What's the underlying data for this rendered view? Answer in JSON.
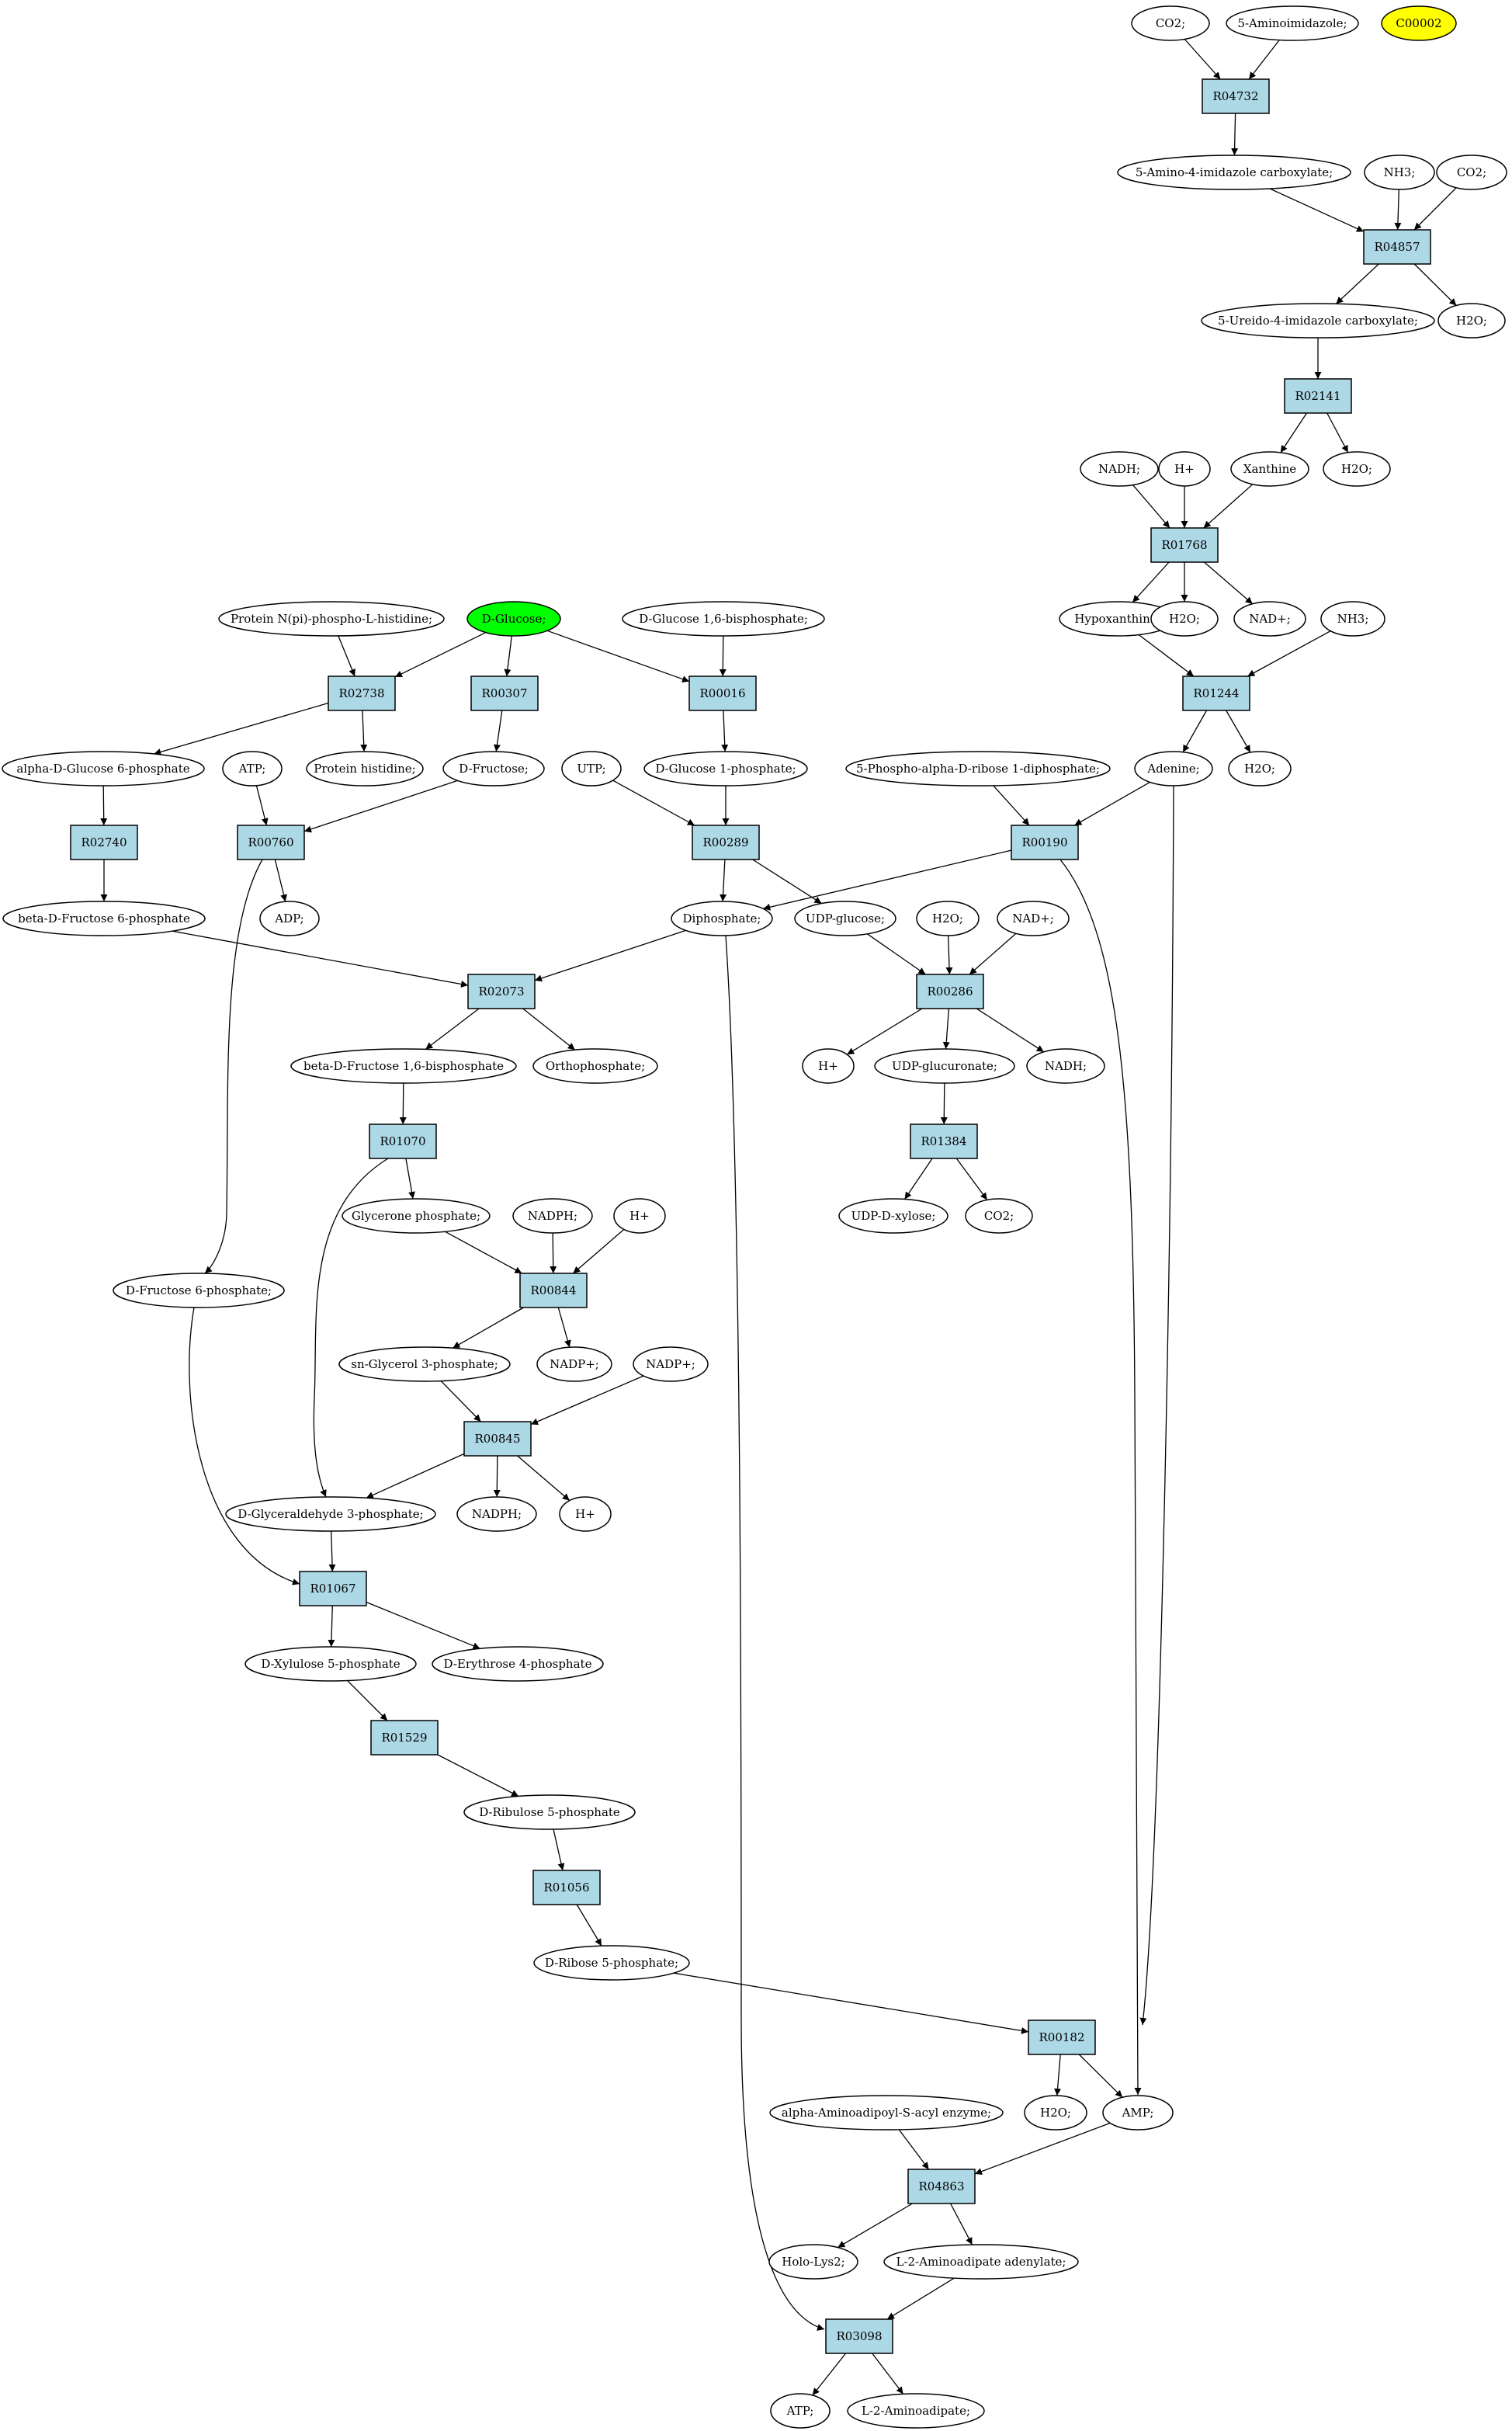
{
  "colors": {
    "reaction_fill": "#add8e6",
    "compound_fill": "#ffffff",
    "start_fill": "#00ff00",
    "highlight_fill": "#ffff00",
    "stroke": "#000000",
    "background": "#ffffff"
  },
  "nodes": [
    {
      "id": "c_co2_top",
      "kind": "compound",
      "label": "CO2;"
    },
    {
      "id": "c_5aminoimid",
      "kind": "compound",
      "label": "5-Aminoimidazole;"
    },
    {
      "id": "c_c00002",
      "kind": "highlight",
      "label": "C00002"
    },
    {
      "id": "r_R04732",
      "kind": "reaction",
      "label": "R04732"
    },
    {
      "id": "c_5a4icarb",
      "kind": "compound",
      "label": "5-Amino-4-imidazole carboxylate;"
    },
    {
      "id": "c_nh3_a",
      "kind": "compound",
      "label": "NH3;"
    },
    {
      "id": "c_co2_b",
      "kind": "compound",
      "label": "CO2;"
    },
    {
      "id": "r_R04857",
      "kind": "reaction",
      "label": "R04857"
    },
    {
      "id": "c_5ureido",
      "kind": "compound",
      "label": "5-Ureido-4-imidazole carboxylate;"
    },
    {
      "id": "c_h2o_a",
      "kind": "compound",
      "label": "H2O;"
    },
    {
      "id": "r_R02141",
      "kind": "reaction",
      "label": "R02141"
    },
    {
      "id": "c_nadh_a",
      "kind": "compound",
      "label": "NADH;"
    },
    {
      "id": "c_hplus_a",
      "kind": "compound",
      "label": "H+"
    },
    {
      "id": "c_xanthine",
      "kind": "compound",
      "label": "Xanthine"
    },
    {
      "id": "c_h2o_b",
      "kind": "compound",
      "label": "H2O;"
    },
    {
      "id": "r_R01768",
      "kind": "reaction",
      "label": "R01768"
    },
    {
      "id": "c_protein_nphis",
      "kind": "compound",
      "label": "Protein N(pi)-phospho-L-histidine;"
    },
    {
      "id": "c_dglucose",
      "kind": "start",
      "label": "D-Glucose;"
    },
    {
      "id": "c_dg16bp",
      "kind": "compound",
      "label": "D-Glucose 1,6-bisphosphate;"
    },
    {
      "id": "c_hypoxanthine",
      "kind": "compound",
      "label": "Hypoxanthine;"
    },
    {
      "id": "c_h2o_c",
      "kind": "compound",
      "label": "H2O;"
    },
    {
      "id": "c_nadplus_a",
      "kind": "compound",
      "label": "NAD+;"
    },
    {
      "id": "c_nh3_b",
      "kind": "compound",
      "label": "NH3;"
    },
    {
      "id": "r_R02738",
      "kind": "reaction",
      "label": "R02738"
    },
    {
      "id": "r_R00307",
      "kind": "reaction",
      "label": "R00307"
    },
    {
      "id": "r_R00016",
      "kind": "reaction",
      "label": "R00016"
    },
    {
      "id": "r_R01244",
      "kind": "reaction",
      "label": "R01244"
    },
    {
      "id": "c_adg6p",
      "kind": "compound",
      "label": "alpha-D-Glucose 6-phosphate"
    },
    {
      "id": "c_atp_a",
      "kind": "compound",
      "label": "ATP;"
    },
    {
      "id": "c_protein_his",
      "kind": "compound",
      "label": "Protein histidine;"
    },
    {
      "id": "c_dfructose",
      "kind": "compound",
      "label": "D-Fructose;"
    },
    {
      "id": "c_utp",
      "kind": "compound",
      "label": "UTP;"
    },
    {
      "id": "c_dg1p",
      "kind": "compound",
      "label": "D-Glucose 1-phosphate;"
    },
    {
      "id": "c_prpp",
      "kind": "compound",
      "label": "5-Phospho-alpha-D-ribose 1-diphosphate;"
    },
    {
      "id": "c_adenine",
      "kind": "compound",
      "label": "Adenine;"
    },
    {
      "id": "c_h2o_d",
      "kind": "compound",
      "label": "H2O;"
    },
    {
      "id": "r_R02740",
      "kind": "reaction",
      "label": "R02740"
    },
    {
      "id": "r_R00760",
      "kind": "reaction",
      "label": "R00760"
    },
    {
      "id": "r_R00289",
      "kind": "reaction",
      "label": "R00289"
    },
    {
      "id": "r_R00190",
      "kind": "reaction",
      "label": "R00190"
    },
    {
      "id": "c_bdf6p",
      "kind": "compound",
      "label": "beta-D-Fructose 6-phosphate"
    },
    {
      "id": "c_adp",
      "kind": "compound",
      "label": "ADP;"
    },
    {
      "id": "c_diphosphate",
      "kind": "compound",
      "label": "Diphosphate;"
    },
    {
      "id": "c_udpglucose",
      "kind": "compound",
      "label": "UDP-glucose;"
    },
    {
      "id": "c_h2o_e",
      "kind": "compound",
      "label": "H2O;"
    },
    {
      "id": "c_nadplus_b",
      "kind": "compound",
      "label": "NAD+;"
    },
    {
      "id": "r_R02073",
      "kind": "reaction",
      "label": "R02073"
    },
    {
      "id": "r_R00286",
      "kind": "reaction",
      "label": "R00286"
    },
    {
      "id": "c_bdf16bp",
      "kind": "compound",
      "label": "beta-D-Fructose 1,6-bisphosphate"
    },
    {
      "id": "c_orthophosphate",
      "kind": "compound",
      "label": "Orthophosphate;"
    },
    {
      "id": "c_hplus_b",
      "kind": "compound",
      "label": "H+"
    },
    {
      "id": "c_udpglucuronate",
      "kind": "compound",
      "label": "UDP-glucuronate;"
    },
    {
      "id": "c_nadh_b",
      "kind": "compound",
      "label": "NADH;"
    },
    {
      "id": "r_R01070",
      "kind": "reaction",
      "label": "R01070"
    },
    {
      "id": "r_R01384",
      "kind": "reaction",
      "label": "R01384"
    },
    {
      "id": "c_glyceronep",
      "kind": "compound",
      "label": "Glycerone phosphate;"
    },
    {
      "id": "c_nadph_a",
      "kind": "compound",
      "label": "NADPH;"
    },
    {
      "id": "c_hplus_c",
      "kind": "compound",
      "label": "H+"
    },
    {
      "id": "c_udpxylose",
      "kind": "compound",
      "label": "UDP-D-xylose;"
    },
    {
      "id": "c_co2_c",
      "kind": "compound",
      "label": "CO2;"
    },
    {
      "id": "c_df6p",
      "kind": "compound",
      "label": "D-Fructose 6-phosphate;"
    },
    {
      "id": "r_R00844",
      "kind": "reaction",
      "label": "R00844"
    },
    {
      "id": "c_sng3p",
      "kind": "compound",
      "label": "sn-Glycerol 3-phosphate;"
    },
    {
      "id": "c_nadpplus_a",
      "kind": "compound",
      "label": "NADP+;"
    },
    {
      "id": "c_nadpplus_b",
      "kind": "compound",
      "label": "NADP+;"
    },
    {
      "id": "r_R00845",
      "kind": "reaction",
      "label": "R00845"
    },
    {
      "id": "c_dg3p",
      "kind": "compound",
      "label": "D-Glyceraldehyde 3-phosphate;"
    },
    {
      "id": "c_nadph_b",
      "kind": "compound",
      "label": "NADPH;"
    },
    {
      "id": "c_hplus_d",
      "kind": "compound",
      "label": "H+"
    },
    {
      "id": "r_R01067",
      "kind": "reaction",
      "label": "R01067"
    },
    {
      "id": "c_dx5p",
      "kind": "compound",
      "label": "D-Xylulose 5-phosphate"
    },
    {
      "id": "c_de4p",
      "kind": "compound",
      "label": "D-Erythrose 4-phosphate"
    },
    {
      "id": "r_R01529",
      "kind": "reaction",
      "label": "R01529"
    },
    {
      "id": "c_dru5p",
      "kind": "compound",
      "label": "D-Ribulose 5-phosphate"
    },
    {
      "id": "r_R01056",
      "kind": "reaction",
      "label": "R01056"
    },
    {
      "id": "c_dr5p",
      "kind": "compound",
      "label": "D-Ribose 5-phosphate;"
    },
    {
      "id": "r_R00182",
      "kind": "reaction",
      "label": "R00182"
    },
    {
      "id": "c_alphaaminoadipoyl",
      "kind": "compound",
      "label": "alpha-Aminoadipoyl-S-acyl enzyme;"
    },
    {
      "id": "c_h2o_f",
      "kind": "compound",
      "label": "H2O;"
    },
    {
      "id": "c_amp",
      "kind": "compound",
      "label": "AMP;"
    },
    {
      "id": "r_R04863",
      "kind": "reaction",
      "label": "R04863"
    },
    {
      "id": "c_hololys2",
      "kind": "compound",
      "label": "Holo-Lys2;"
    },
    {
      "id": "c_l2aaadenylate",
      "kind": "compound",
      "label": "L-2-Aminoadipate adenylate;"
    },
    {
      "id": "r_R03098",
      "kind": "reaction",
      "label": "R03098"
    },
    {
      "id": "c_atp_b",
      "kind": "compound",
      "label": "ATP;"
    },
    {
      "id": "c_l2aa",
      "kind": "compound",
      "label": "L-2-Aminoadipate;"
    }
  ],
  "edges": [
    [
      "c_co2_top",
      "r_R04732"
    ],
    [
      "c_5aminoimid",
      "r_R04732"
    ],
    [
      "r_R04732",
      "c_5a4icarb"
    ],
    [
      "c_5a4icarb",
      "r_R04857"
    ],
    [
      "c_nh3_a",
      "r_R04857"
    ],
    [
      "c_co2_b",
      "r_R04857"
    ],
    [
      "r_R04857",
      "c_5ureido"
    ],
    [
      "r_R04857",
      "c_h2o_a"
    ],
    [
      "c_5ureido",
      "r_R02141"
    ],
    [
      "r_R02141",
      "c_xanthine"
    ],
    [
      "r_R02141",
      "c_h2o_b"
    ],
    [
      "c_nadh_a",
      "r_R01768"
    ],
    [
      "c_hplus_a",
      "r_R01768"
    ],
    [
      "c_xanthine",
      "r_R01768"
    ],
    [
      "r_R01768",
      "c_hypoxanthine"
    ],
    [
      "r_R01768",
      "c_h2o_c"
    ],
    [
      "r_R01768",
      "c_nadplus_a"
    ],
    [
      "c_hypoxanthine",
      "r_R01244"
    ],
    [
      "c_nh3_b",
      "r_R01244"
    ],
    [
      "r_R01244",
      "c_adenine"
    ],
    [
      "r_R01244",
      "c_h2o_d"
    ],
    [
      "c_protein_nphis",
      "r_R02738"
    ],
    [
      "c_dglucose",
      "r_R02738"
    ],
    [
      "r_R02738",
      "c_adg6p"
    ],
    [
      "r_R02738",
      "c_protein_his"
    ],
    [
      "c_dglucose",
      "r_R00307"
    ],
    [
      "r_R00307",
      "c_dfructose"
    ],
    [
      "c_dglucose",
      "r_R00016"
    ],
    [
      "c_dg16bp",
      "r_R00016"
    ],
    [
      "r_R00016",
      "c_dg1p"
    ],
    [
      "c_adg6p",
      "r_R02740"
    ],
    [
      "r_R02740",
      "c_bdf6p"
    ],
    [
      "c_atp_a",
      "r_R00760"
    ],
    [
      "c_dfructose",
      "r_R00760"
    ],
    [
      "r_R00760",
      "c_adp"
    ],
    [
      "r_R00760",
      "c_df6p"
    ],
    [
      "c_utp",
      "r_R00289"
    ],
    [
      "c_dg1p",
      "r_R00289"
    ],
    [
      "r_R00289",
      "c_diphosphate"
    ],
    [
      "r_R00289",
      "c_udpglucose"
    ],
    [
      "c_prpp",
      "r_R00190"
    ],
    [
      "c_adenine",
      "r_R00190"
    ],
    [
      "r_R00190",
      "c_diphosphate"
    ],
    [
      "r_R00190",
      "c_amp"
    ],
    [
      "c_bdf6p",
      "r_R02073"
    ],
    [
      "c_diphosphate",
      "r_R02073"
    ],
    [
      "r_R02073",
      "c_bdf16bp"
    ],
    [
      "r_R02073",
      "c_orthophosphate"
    ],
    [
      "c_udpglucose",
      "r_R00286"
    ],
    [
      "c_h2o_e",
      "r_R00286"
    ],
    [
      "c_nadplus_b",
      "r_R00286"
    ],
    [
      "r_R00286",
      "c_hplus_b"
    ],
    [
      "r_R00286",
      "c_udpglucuronate"
    ],
    [
      "r_R00286",
      "c_nadh_b"
    ],
    [
      "c_bdf16bp",
      "r_R01070"
    ],
    [
      "r_R01070",
      "c_glyceronep"
    ],
    [
      "r_R01070",
      "c_dg3p"
    ],
    [
      "c_udpglucuronate",
      "r_R01384"
    ],
    [
      "r_R01384",
      "c_udpxylose"
    ],
    [
      "r_R01384",
      "c_co2_c"
    ],
    [
      "c_glyceronep",
      "r_R00844"
    ],
    [
      "c_nadph_a",
      "r_R00844"
    ],
    [
      "c_hplus_c",
      "r_R00844"
    ],
    [
      "r_R00844",
      "c_sng3p"
    ],
    [
      "r_R00844",
      "c_nadpplus_a"
    ],
    [
      "c_sng3p",
      "r_R00845"
    ],
    [
      "c_nadpplus_b",
      "r_R00845"
    ],
    [
      "r_R00845",
      "c_dg3p"
    ],
    [
      "r_R00845",
      "c_nadph_b"
    ],
    [
      "r_R00845",
      "c_hplus_d"
    ],
    [
      "c_df6p",
      "r_R01067"
    ],
    [
      "c_dg3p",
      "r_R01067"
    ],
    [
      "r_R01067",
      "c_dx5p"
    ],
    [
      "r_R01067",
      "c_de4p"
    ],
    [
      "c_dx5p",
      "r_R01529"
    ],
    [
      "r_R01529",
      "c_dru5p"
    ],
    [
      "c_dru5p",
      "r_R01056"
    ],
    [
      "r_R01056",
      "c_dr5p"
    ],
    [
      "c_dr5p",
      "r_R00182"
    ],
    [
      "c_adenine",
      "r_R00182"
    ],
    [
      "r_R00182",
      "c_h2o_f"
    ],
    [
      "r_R00182",
      "c_amp"
    ],
    [
      "c_alphaaminoadipoyl",
      "r_R04863"
    ],
    [
      "c_amp",
      "r_R04863"
    ],
    [
      "r_R04863",
      "c_hololys2"
    ],
    [
      "r_R04863",
      "c_l2aaadenylate"
    ],
    [
      "c_l2aaadenylate",
      "r_R03098"
    ],
    [
      "c_diphosphate",
      "r_R03098"
    ],
    [
      "r_R03098",
      "c_atp_b"
    ],
    [
      "r_R03098",
      "c_l2aa"
    ]
  ]
}
